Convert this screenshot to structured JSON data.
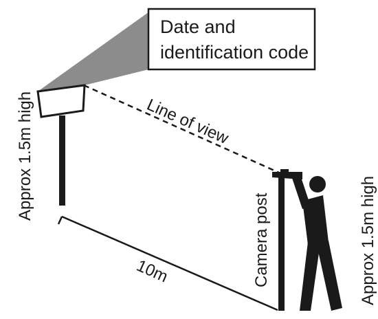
{
  "callout": {
    "line1": "Date and",
    "line2": "identification code"
  },
  "labels": {
    "line_of_view": "Line of view",
    "sign_height": "Approx 1.5m high",
    "distance": "10m",
    "camera_post": "Camera post",
    "person_height": "Approx 1.5m high"
  },
  "colors": {
    "ink": "#1a1a1a",
    "beam": "#8c8c8c",
    "background": "#ffffff"
  }
}
